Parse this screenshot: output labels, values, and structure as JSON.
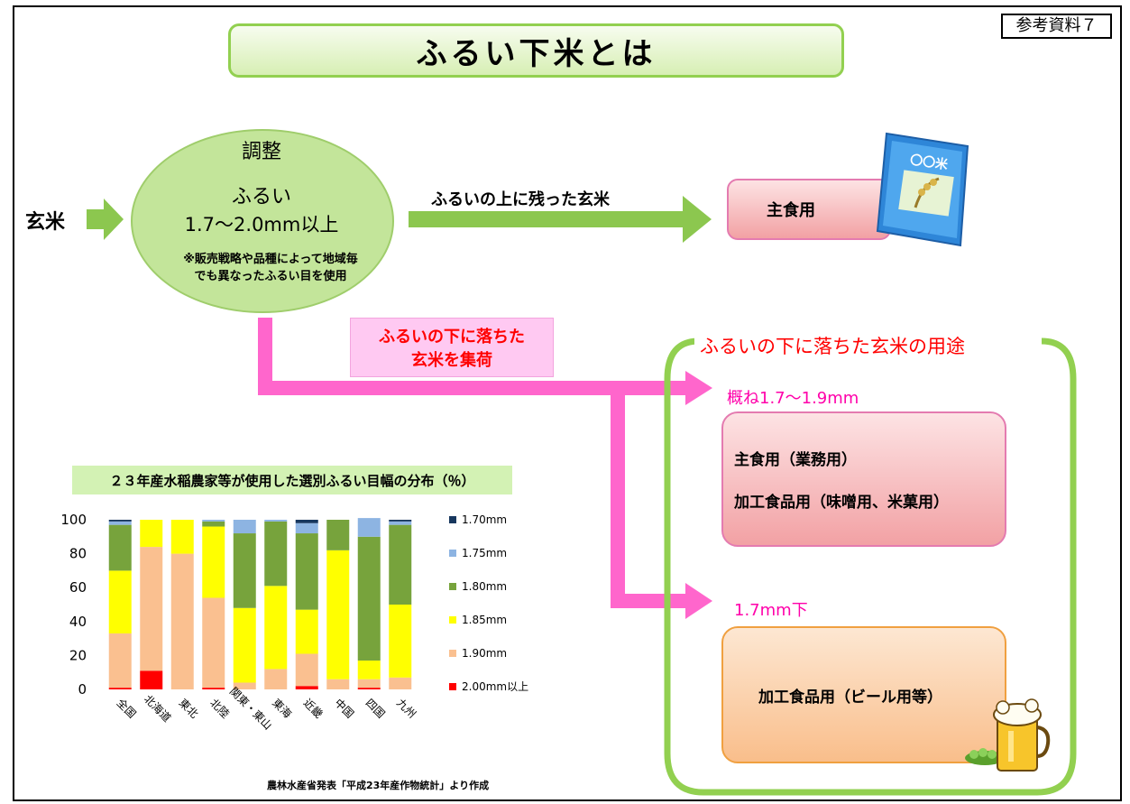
{
  "header": {
    "title": "ふるい下米とは",
    "reference_label": "参考資料７"
  },
  "flow": {
    "input_label": "玄米",
    "screening": {
      "heading": "調整",
      "name": "ふるい",
      "size": "1.7～2.0mm以上",
      "note_line1": "※販売戦略や品種によって地域毎",
      "note_line2": "でも異なったふるい目を使用"
    },
    "upper_arrow_label": "ふるいの上に残った玄米",
    "staple_box_label": "主食用",
    "rice_bag_label": "〇〇米",
    "collect_label_line1": "ふるいの下に落ちた",
    "collect_label_line2": "玄米を集荷"
  },
  "uses": {
    "heading": "ふるいの下に落ちた玄米の用途",
    "group1": {
      "size_label": "概ね1.7～1.9mm",
      "line1": "主食用（業務用）",
      "line2": "加工食品用（味噌用、米菓用）"
    },
    "group2": {
      "size_label": "1.7mm下",
      "line1": "加工食品用（ビール用等）"
    }
  },
  "colors": {
    "accent_green": "#92d050",
    "arrow_green": "#8cc74f",
    "arrow_pink": "#ff66cc",
    "heading_red": "#ff0000",
    "pink_label": "#ff00aa"
  },
  "chart_data": {
    "type": "bar",
    "stacked": true,
    "title": "２３年産水稲農家等が使用した選別ふるい目幅の分布（％）",
    "categories": [
      "全国",
      "北海道",
      "東北",
      "北陸",
      "関東・東山",
      "東海",
      "近畿",
      "中国",
      "四国",
      "九州"
    ],
    "ylim": [
      0,
      100
    ],
    "yticks": [
      0,
      20,
      40,
      60,
      80,
      100
    ],
    "legend_position": "right",
    "grid": false,
    "series": [
      {
        "name": "2.00mm以上",
        "color": "#ff0000",
        "values": [
          1,
          11,
          0,
          1,
          0,
          0,
          2,
          0,
          1,
          0
        ]
      },
      {
        "name": "1.90mm",
        "color": "#fac090",
        "values": [
          32,
          73,
          80,
          53,
          4,
          12,
          19,
          6,
          5,
          7
        ]
      },
      {
        "name": "1.85mm",
        "color": "#ffff00",
        "values": [
          37,
          16,
          20,
          42,
          44,
          49,
          26,
          76,
          11,
          43
        ]
      },
      {
        "name": "1.80mm",
        "color": "#77a33c",
        "values": [
          27,
          0,
          0,
          3,
          44,
          38,
          45,
          18,
          73,
          47
        ]
      },
      {
        "name": "1.75mm",
        "color": "#8db4e2",
        "values": [
          2,
          0,
          0,
          1,
          8,
          1,
          6,
          0,
          11,
          2
        ]
      },
      {
        "name": "1.70mm",
        "color": "#17375e",
        "values": [
          1,
          0,
          0,
          0,
          0,
          0,
          2,
          0,
          0,
          1
        ]
      }
    ],
    "source_note": "農林水産省発表「平成23年産作物統計」より作成"
  }
}
